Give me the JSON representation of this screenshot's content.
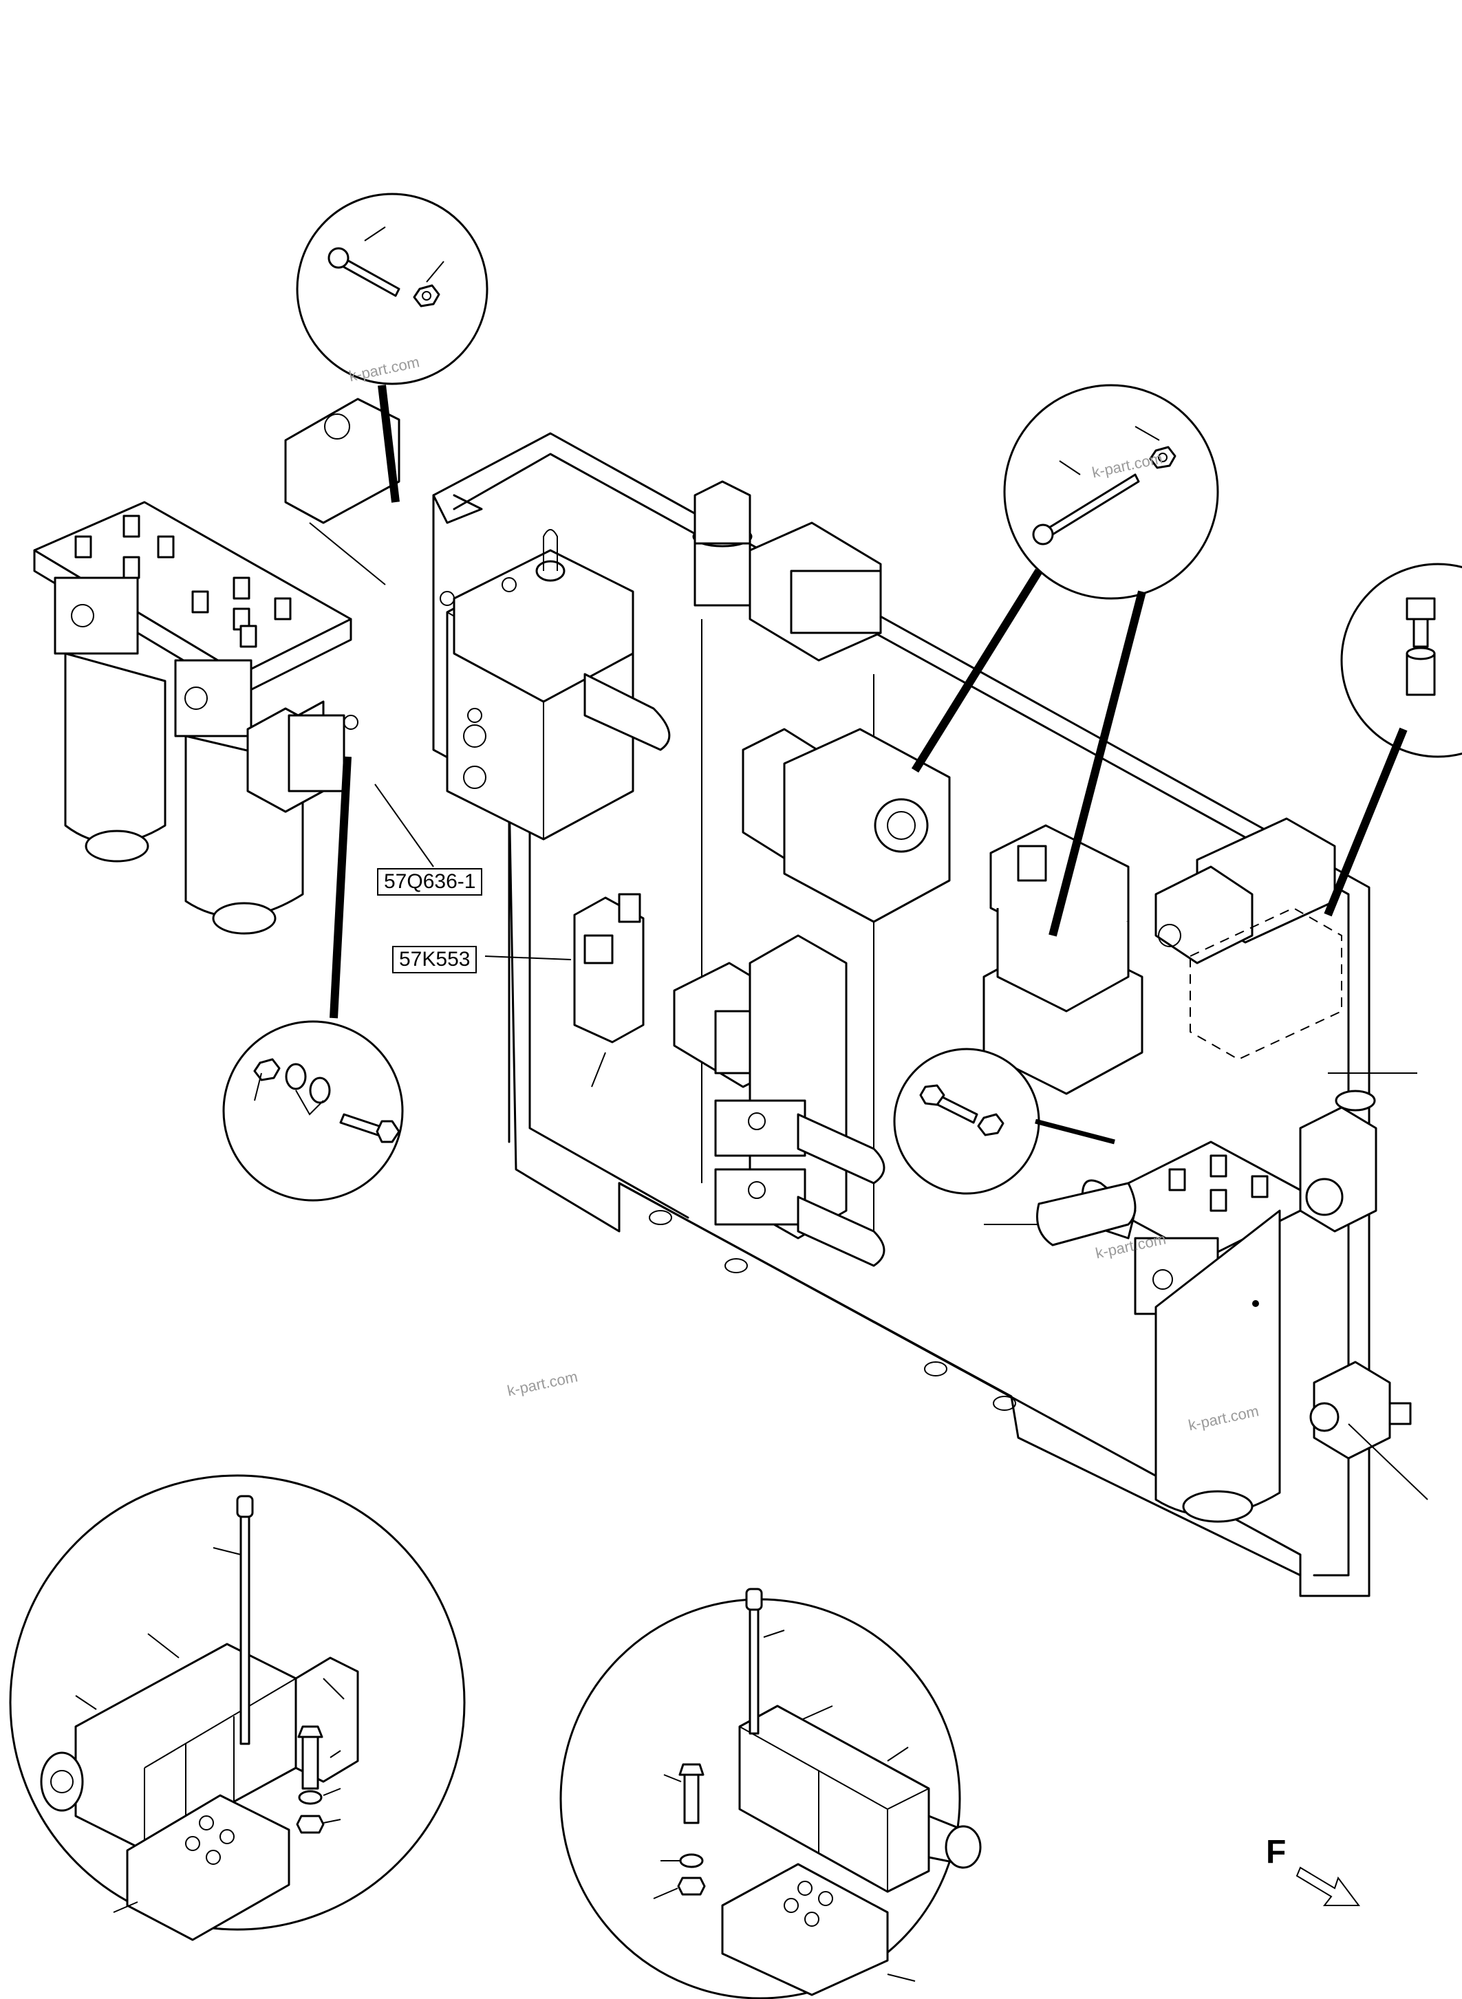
{
  "callouts": {
    "valve_ref": "57Q636-1",
    "cartridge_ref": "57K553"
  },
  "watermarks": [
    "k-part.com",
    "k-part.com",
    "k-part.com",
    "k-part.com",
    "k-part.com"
  ],
  "direction": {
    "label": "F"
  }
}
